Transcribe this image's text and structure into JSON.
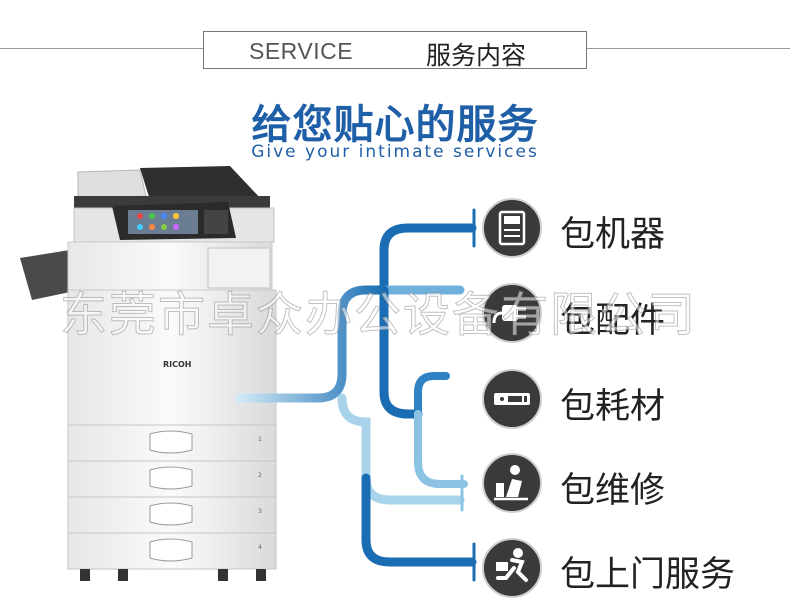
{
  "header": {
    "en": "SERVICE",
    "cn": "服务内容"
  },
  "title": {
    "cn": "给您贴心的服务",
    "en": "Give your intimate services"
  },
  "printer": {
    "brand": "RICOH",
    "trays": [
      "1",
      "2",
      "3",
      "4"
    ]
  },
  "services": [
    {
      "label": "包机器",
      "icon": "copier-icon"
    },
    {
      "label": "包配件",
      "icon": "plug-icon"
    },
    {
      "label": "包耗材",
      "icon": "toner-cartridge-icon"
    },
    {
      "label": "包维修",
      "icon": "repair-technician-icon"
    },
    {
      "label": "包上门服务",
      "icon": "courier-running-icon"
    }
  ],
  "watermark": "东莞市卓众办公设备有限公司",
  "colors": {
    "title": "#1f5fa8",
    "line_dark": "#1a6db3",
    "line_light": "#a9d3ea",
    "icon_bg": "#3a3a3a"
  }
}
